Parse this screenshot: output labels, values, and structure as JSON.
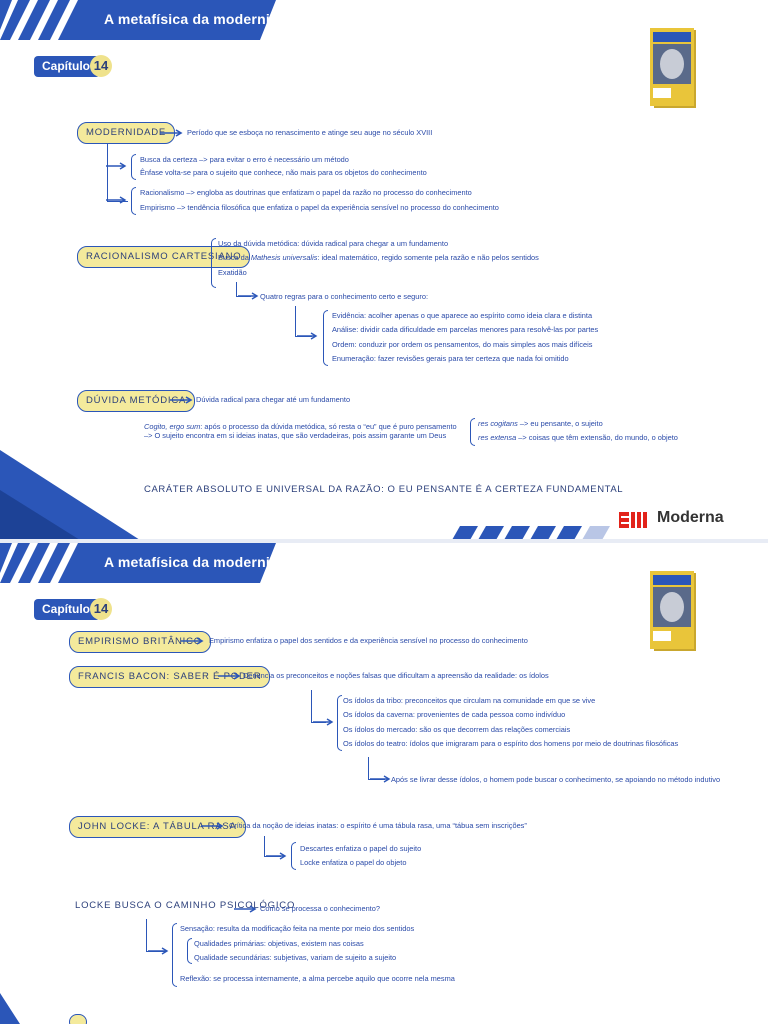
{
  "slide1": {
    "header_title": "A metafísica da modernidade",
    "chapter_label": "Capítulo",
    "chapter_number": "14",
    "modernidade": {
      "label": "MODERNIDADE",
      "def": "Período que se esboça no renascimento e atinge seu auge no século XVIII",
      "items": [
        "Busca da certeza –> para evitar o erro é necessário um método",
        "Ênfase volta-se para o sujeito que conhece, não mais para os objetos do conhecimento",
        "Racionalismo –> engloba as doutrinas que enfatizam o papel da razão no processo do conhecimento",
        "Empirismo –> tendência filosófica que enfatiza o papel da experiência sensível no processo do conhecimento"
      ]
    },
    "racionalismo": {
      "label": "RACIONALISMO CARTESIANO",
      "items": [
        "Uso da dúvida metódica:  dúvida radical para chegar a um fundamento",
        "Busca da ",
        "Mathesis universalis",
        ": ideal matemático, regido somente pela razão e não pelos sentidos",
        "Exatidão"
      ],
      "rules_title": "Quatro regras para o conhecimento certo e seguro:",
      "rules": [
        "Evidência: acolher apenas o que aparece ao espírito como ideia clara e distinta",
        "Análise: dividir cada dificuldade em parcelas menores para resolvê-las por partes",
        "Ordem: conduzir por ordem os pensamentos, do mais simples aos mais difíceis",
        "Enumeração: fazer revisões gerais para ter certeza que nada foi omitido"
      ]
    },
    "duvida": {
      "label": "DÚVIDA METÓDICA",
      "def": "Dúvida radical para chegar até um fundamento",
      "cogito_italic": "Cogito, ergo sum",
      "cogito_rest": ": após o processo da dúvida metódica, só resta o “eu” que é puro pensamento",
      "cogito_line2": "–> O sujeito encontra em si ideias inatas, que são verdadeiras, pois assim garante um Deus",
      "res1_italic": "res cogitans",
      "res1_rest": " –> eu pensante, o sujeito",
      "res2_italic": "res extensa",
      "res2_rest": " –> coisas que têm extensão, do mundo, o objeto"
    },
    "conclusion": "CARÁTER ABSOLUTO E UNIVERSAL DA RAZÃO: O EU PENSANTE É A CERTEZA FUNDAMENTAL",
    "logo_text": "Moderna"
  },
  "slide2": {
    "header_title": "A metafísica da modernidade",
    "chapter_label": "Capítulo",
    "chapter_number": "14",
    "empirismo": {
      "label": "EMPIRISMO BRITÂNICO",
      "def": "Empirismo enfatiza o papel dos sentidos e da experiência sensível no processo do conhecimento"
    },
    "bacon": {
      "label": "FRANCIS BACON: SABER É PODER",
      "def": "Denuncia os preconceitos e noções falsas que dificultam a apreensão da realidade: os ídolos",
      "idols": [
        "Os ídolos da tribo: preconceitos que circulam na comunidade em que se vive",
        "Os ídolos da caverna: provenientes de cada pessoa como indivíduo",
        "Os ídolos do mercado: são os que decorrem das relações comerciais",
        "Os ídolos do teatro: ídolos que imigraram para o espírito dos homens por meio de doutrinas filosóficas"
      ],
      "after": "Após se livrar desse ídolos, o homem pode buscar o conhecimento, se apoiando no método indutivo"
    },
    "locke": {
      "label": "JOHN LOCKE: A TÁBULA RASA",
      "def": "Crítica da noção de ideias inatas: o espírito é uma tábula rasa, uma “tábua sem inscrições”",
      "items": [
        "Descartes enfatiza o papel do sujeito",
        "Locke enfatiza o papel do objeto"
      ]
    },
    "caminho": {
      "label": "LOCKE BUSCA O CAMINHO PSICOLÓGICO",
      "question": "Como se processa o conhecimento?",
      "items": [
        "Sensação: resulta da modificação feita na mente por meio dos sentidos",
        "Qualidades primárias: objetivas, existem nas coisas",
        "Qualidade secundárias: subjetivas, variam de sujeito a sujeito",
        "Reflexão: se processa internamente, a alma percebe aquilo que ocorre nela mesma"
      ]
    }
  },
  "colors": {
    "brand_blue": "#2b56b8",
    "pill_yellow": "#f4ea9c",
    "text_blue": "#2a4aa8"
  }
}
